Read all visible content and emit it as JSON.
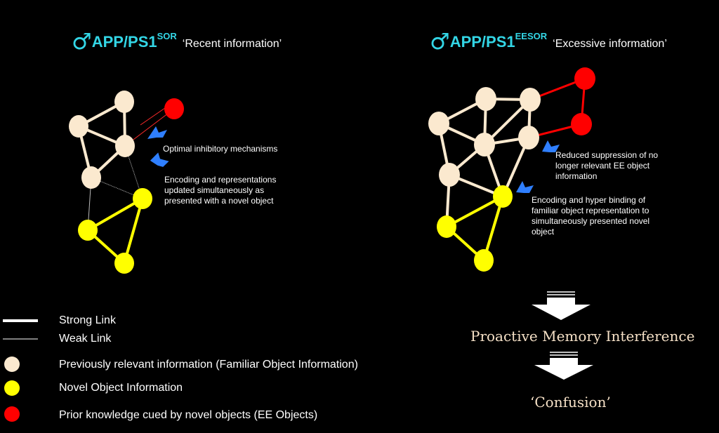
{
  "left_panel": {
    "symbol": "♂",
    "code": "APP/PS1",
    "superscript": "SOR",
    "subtitle": "‘Recent information’",
    "notes": {
      "inhibitory": "Optimal inhibitory mechanisms",
      "encoding": "Encoding and representations updated simultaneously as presented with a novel object"
    }
  },
  "right_panel": {
    "symbol": "♂",
    "code": "APP/PS1",
    "superscript": "EESOR",
    "subtitle": "‘Excessive information’",
    "notes": {
      "suppression": "Reduced suppression of no longer relevant EE object information",
      "encoding": "Encoding and hyper binding of familiar object representation to simultaneously presented novel object"
    }
  },
  "legend": {
    "strong_link": "Strong Link",
    "weak_link": "Weak Link",
    "familiar": "Previously relevant information (Familiar Object Information)",
    "novel": "Novel Object Information",
    "ee": "Prior knowledge cued by novel objects (EE Objects)"
  },
  "outcome": {
    "interference": "Proactive Memory Interference",
    "confusion": "‘Confusion’"
  },
  "colors": {
    "familiar_node": "#fbe9cf",
    "novel_node": "#ffff00",
    "ee_node": "#ff0000",
    "title_accent": "#33d6e6",
    "arrow_blue": "#2f7fff",
    "outcome_text": "#f6e1c7"
  }
}
